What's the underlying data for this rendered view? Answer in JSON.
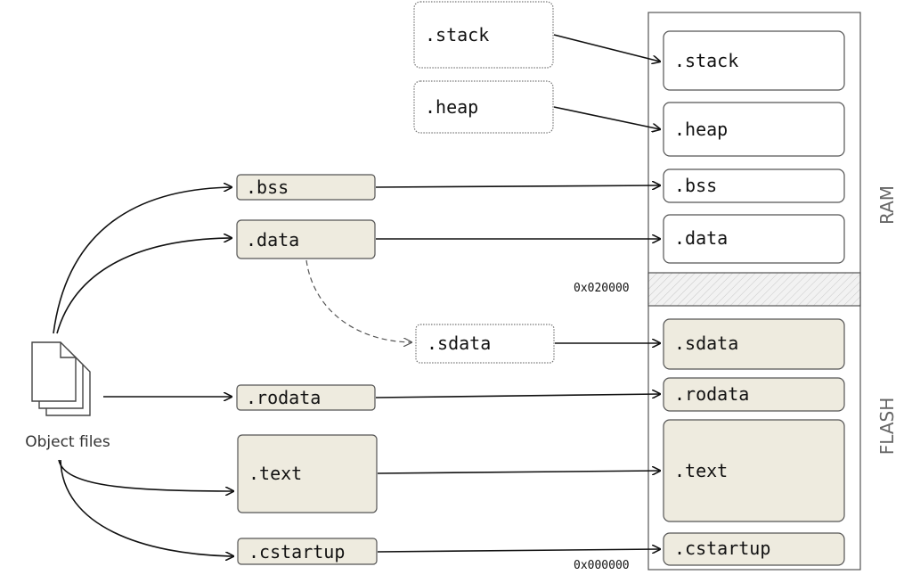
{
  "sections": {
    "stack": ".stack",
    "heap": ".heap",
    "bss": ".bss",
    "data": ".data",
    "sdata": ".sdata",
    "rodata": ".rodata",
    "text": ".text",
    "cstartup": ".cstartup"
  },
  "object_files_label": "Object files",
  "memory_map": {
    "ram_label": "RAM",
    "flash_label": "FLASH",
    "boundary_address": "0x020000",
    "base_address": "0x000000"
  },
  "colors": {
    "flash_section_fill": "#eeebdf",
    "ram_section_fill": "#ffffff",
    "stroke": "#555555"
  }
}
